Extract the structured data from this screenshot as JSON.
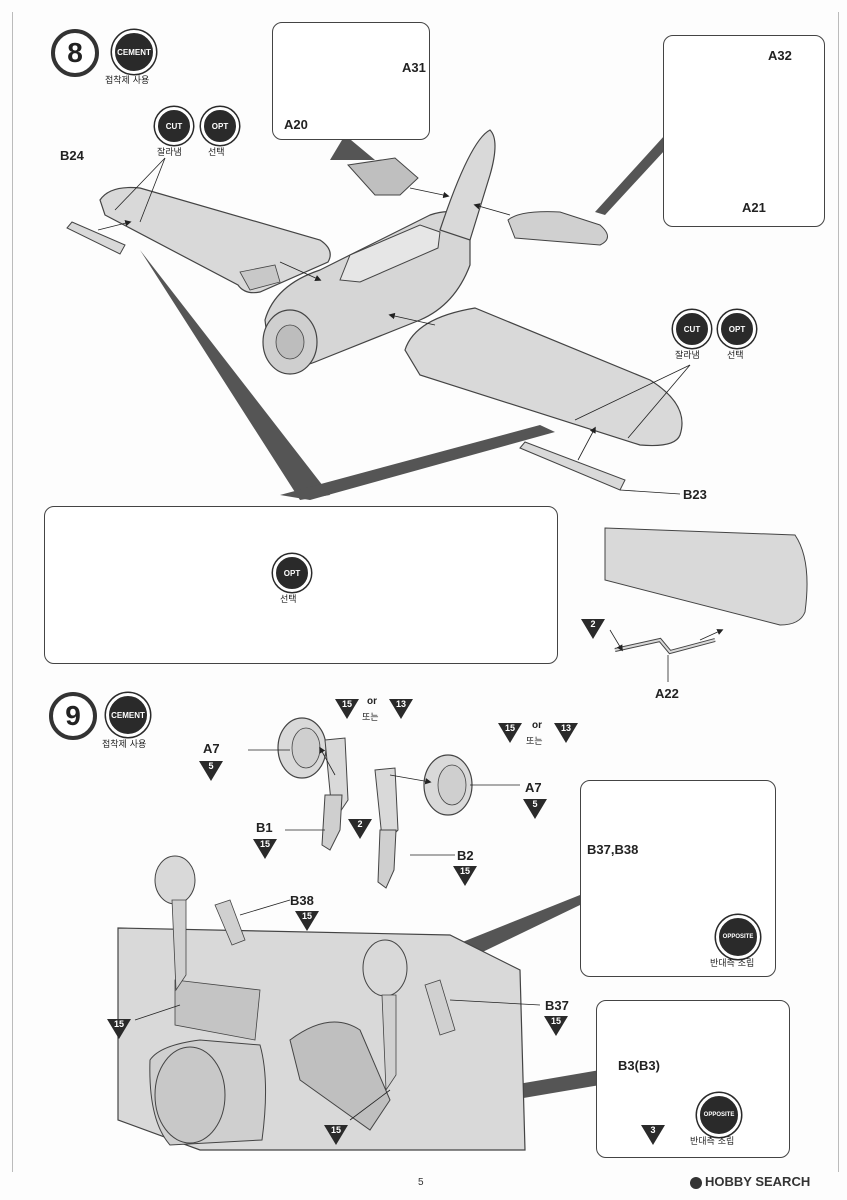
{
  "page_number": "5",
  "watermark": "HOBBY SEARCH",
  "watermark_icon": "hobbysearch-logo-icon",
  "colors": {
    "part_fill": "#d9d9d9",
    "badge": "#2a2a2a",
    "outline": "#444444"
  },
  "step8": {
    "number": "8",
    "cement_badge": "CEMENT",
    "cement_text": "접착제 사용",
    "cut_badge": "CUT",
    "cut_text": "잘라냄",
    "opt_badge": "OPT",
    "opt_text": "선택",
    "labels": {
      "b24": "B24",
      "a31": "A31",
      "a20": "A20",
      "a32": "A32",
      "a21": "A21",
      "b23": "B23",
      "a22": "A22"
    },
    "callout_2": "2",
    "option_badge": "OPT",
    "option_text": "선택"
  },
  "step9": {
    "number": "9",
    "cement_badge": "CEMENT",
    "cement_text": "접착제 사용",
    "or_text": "or",
    "or_kor": "또는",
    "tri15": "15",
    "tri13": "13",
    "tri5": "5",
    "tri3": "3",
    "callout_2": "2",
    "labels": {
      "a7": "A7",
      "b1": "B1",
      "b2": "B2",
      "b38": "B38",
      "b37": "B37",
      "b37b38": "B37,B38",
      "b3": "B3(B3)"
    },
    "opposite_badge": "OPPOSITE",
    "opposite_text": "반대측 조립"
  }
}
